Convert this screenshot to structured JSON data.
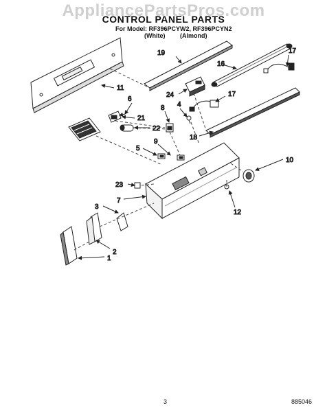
{
  "watermark": "AppliancePartsPros.com",
  "title": "CONTROL PANEL PARTS",
  "subtitle": "For Model: RF396PCYW2, RF396PCYN2",
  "variants": {
    "white": "(White)",
    "almond": "(Almond)"
  },
  "footer": {
    "page": "3",
    "code": "885046"
  },
  "callouts": [
    {
      "id": "1",
      "label": "1"
    },
    {
      "id": "2",
      "label": "2"
    },
    {
      "id": "3",
      "label": "3"
    },
    {
      "id": "4",
      "label": "4"
    },
    {
      "id": "5",
      "label": "5"
    },
    {
      "id": "6",
      "label": "6"
    },
    {
      "id": "7",
      "label": "7"
    },
    {
      "id": "8",
      "label": "8"
    },
    {
      "id": "9",
      "label": "9"
    },
    {
      "id": "10",
      "label": "10"
    },
    {
      "id": "11",
      "label": "11"
    },
    {
      "id": "12",
      "label": "12"
    },
    {
      "id": "16",
      "label": "16"
    },
    {
      "id": "17a",
      "label": "17"
    },
    {
      "id": "17b",
      "label": "17"
    },
    {
      "id": "18",
      "label": "18"
    },
    {
      "id": "19",
      "label": "19"
    },
    {
      "id": "21",
      "label": "21"
    },
    {
      "id": "22",
      "label": "22"
    },
    {
      "id": "23",
      "label": "23"
    },
    {
      "id": "24",
      "label": "24"
    }
  ]
}
